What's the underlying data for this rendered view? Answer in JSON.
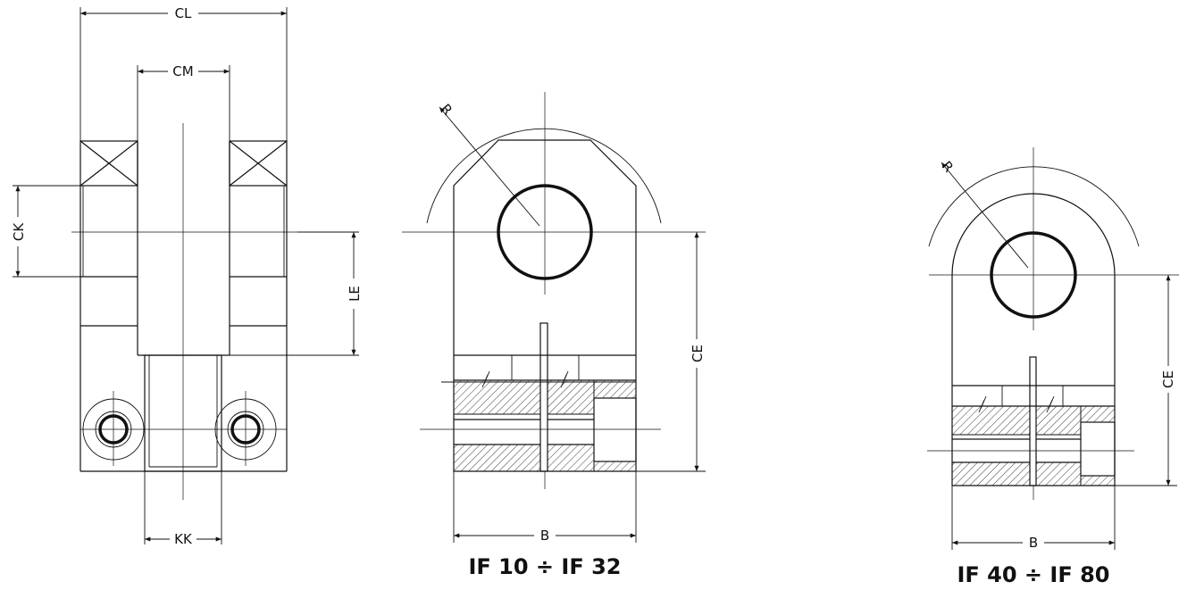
{
  "labels": {
    "cl": "CL",
    "cm": "CM",
    "ck": "CK",
    "le": "LE",
    "kk": "KK",
    "r1": "R",
    "ce1": "CE",
    "b1": "B",
    "r2": "R",
    "ce2": "CE",
    "b2": "B"
  },
  "captions": {
    "left": "IF 10 ÷ IF 32",
    "right": "IF 40 ÷ IF 80"
  }
}
